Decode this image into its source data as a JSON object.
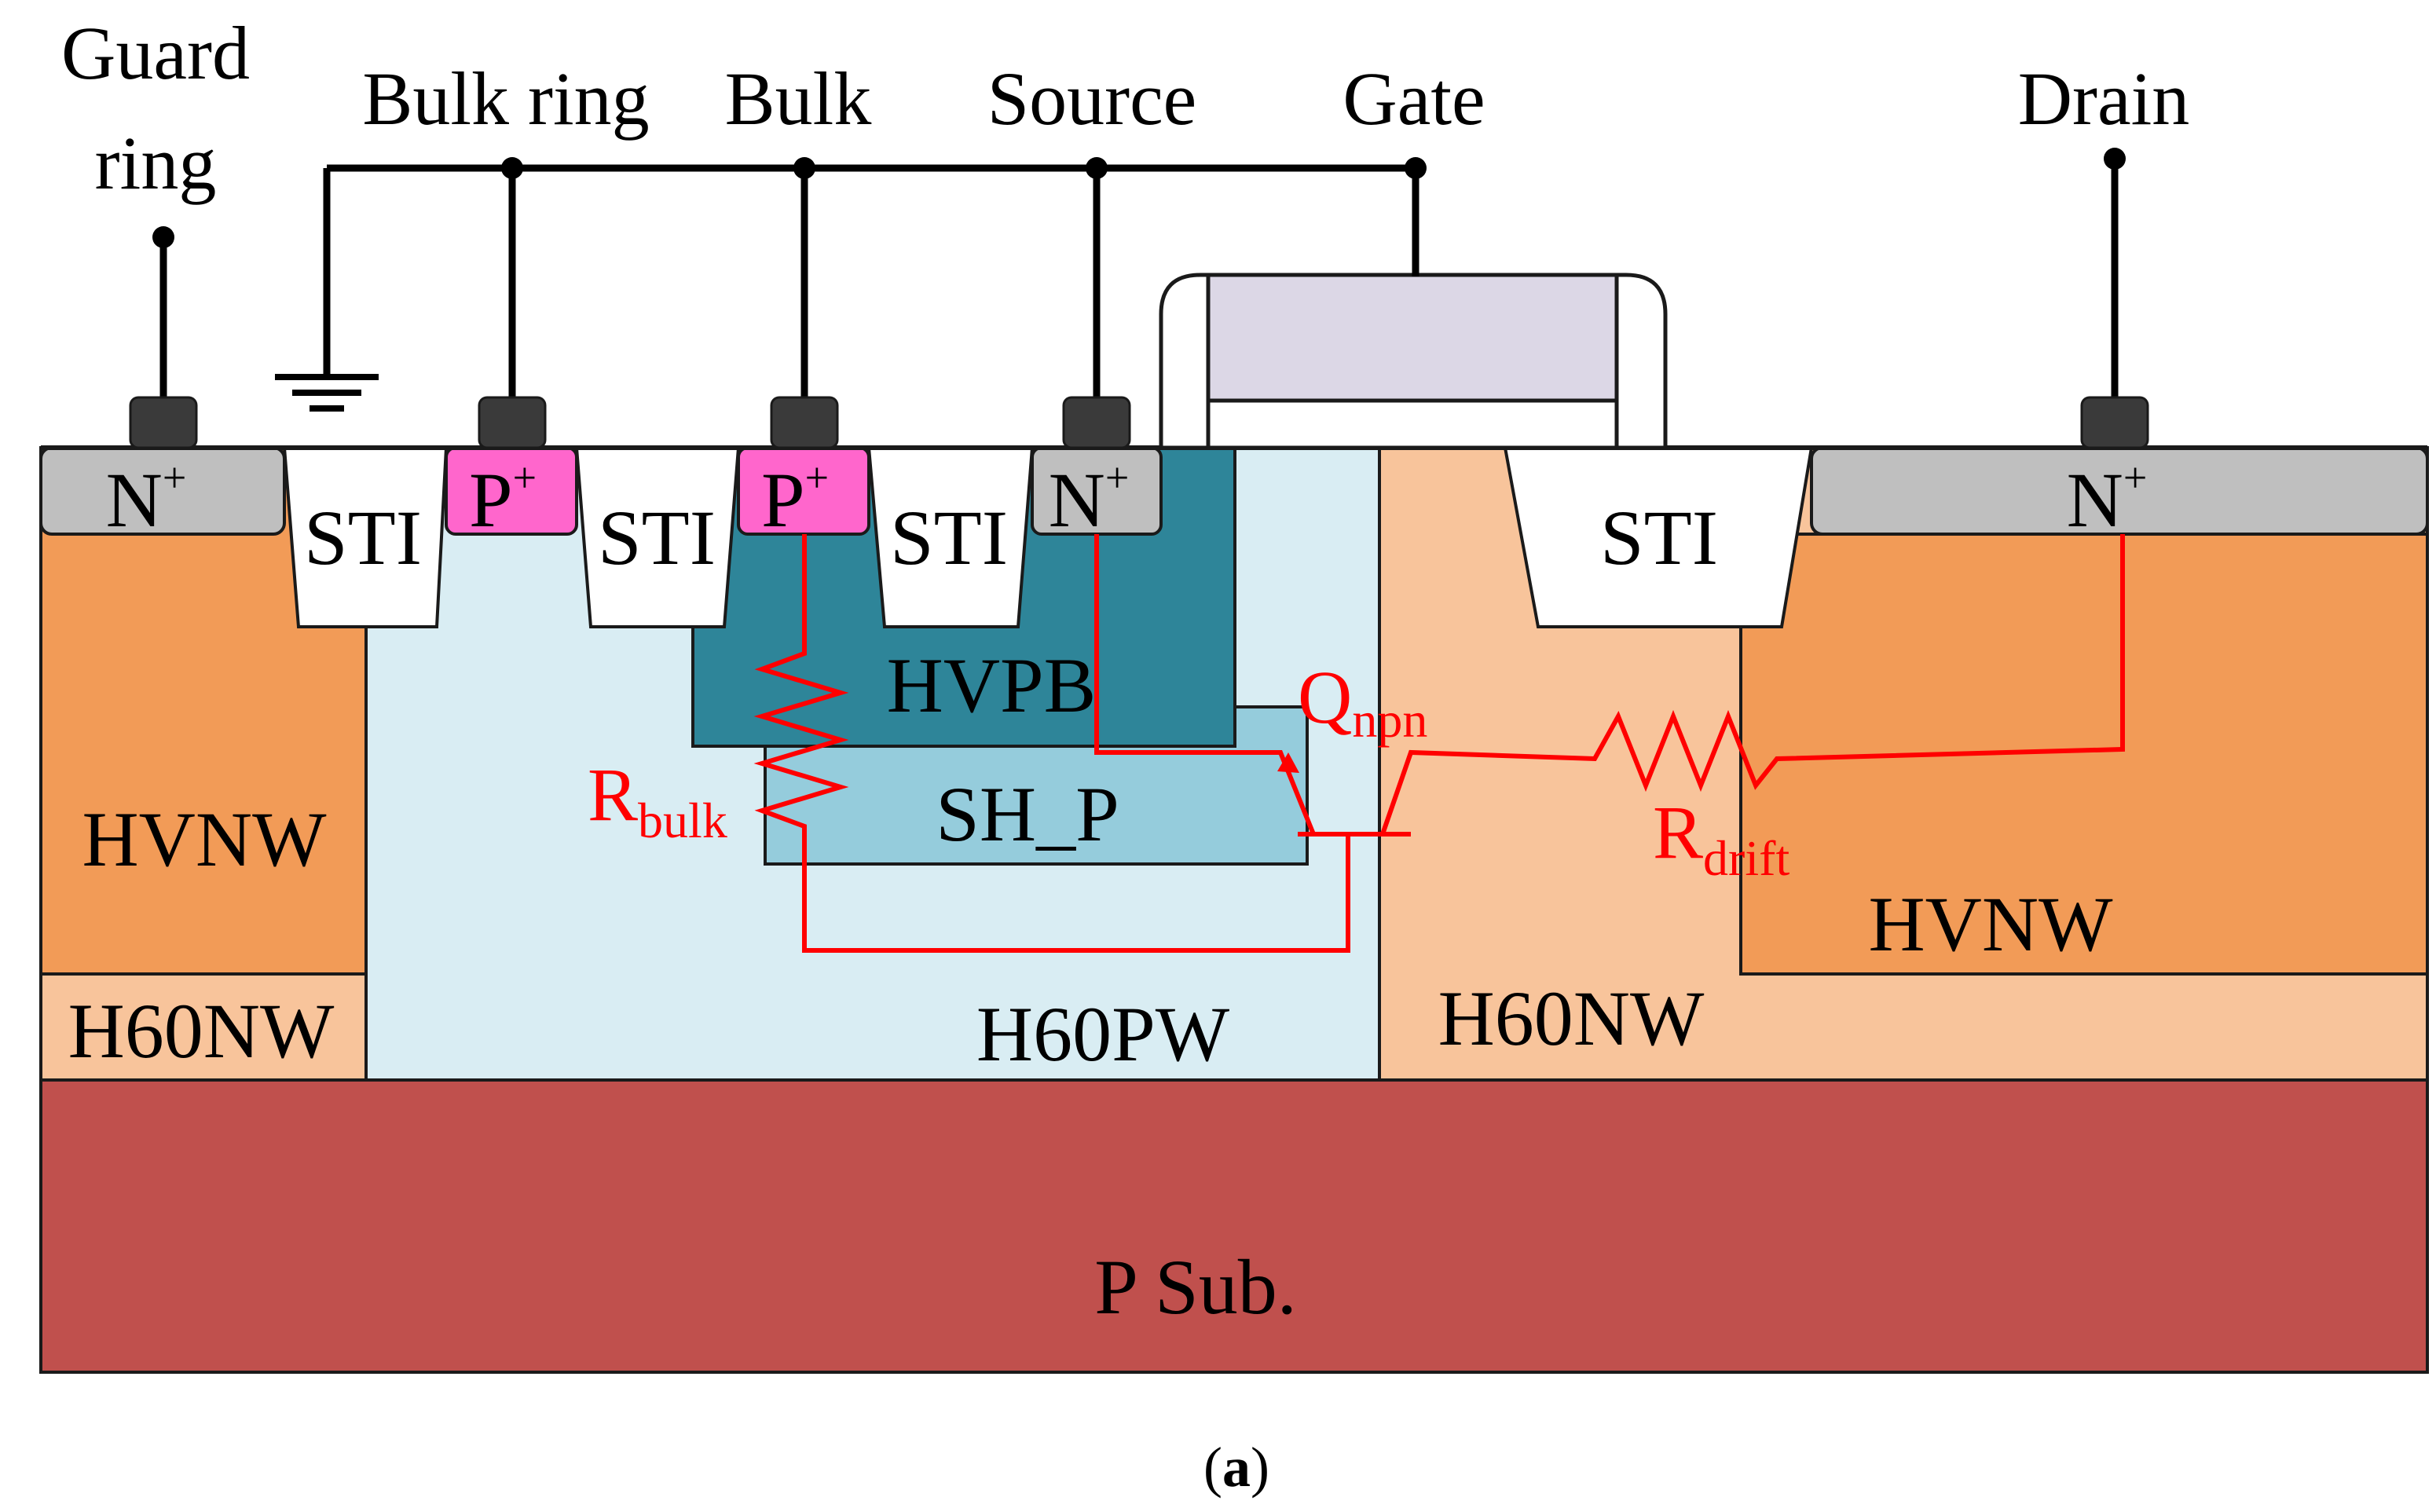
{
  "terminals": {
    "guard_ring": [
      "Guard",
      "ring"
    ],
    "bulk_ring": "Bulk ring",
    "bulk": "Bulk",
    "source": "Source",
    "gate": "Gate",
    "drain": "Drain"
  },
  "diffusions": {
    "n_plus": "N",
    "p_plus": "P",
    "plus_sup": "+"
  },
  "regions": {
    "sti": "STI",
    "hvpb": "HVPB",
    "sh_p": "SH_P",
    "hvnw": "HVNW",
    "h60nw": "H60NW",
    "h60pw": "H60PW",
    "p_sub": "P Sub."
  },
  "parasitics": {
    "q_main": "Q",
    "q_sub": "npn",
    "r_main": "R",
    "r_bulk_sub": "bulk",
    "r_drift_sub": "drift"
  },
  "caption": {
    "open": "(",
    "letter": "a",
    "close": ")"
  },
  "colors": {
    "hvnw": "#F29B57",
    "h60nw": "#F8C49B",
    "h60pw": "#D9EDF3",
    "hvpb": "#2E8599",
    "sh_p": "#95CCDC",
    "p_sub": "#C0504D",
    "n_plus": "#BFBFBF",
    "p_plus": "#FF66CC",
    "gate_poly": "#DCD7E6",
    "contact": "#3A3A3A",
    "parasitic": "#FF0000"
  }
}
